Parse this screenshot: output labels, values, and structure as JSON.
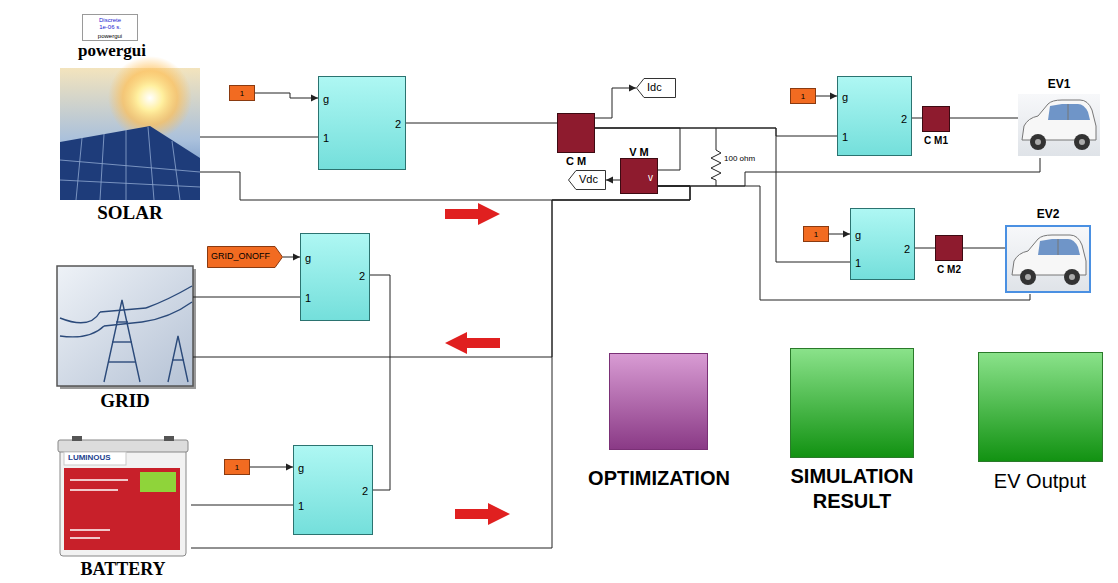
{
  "diagram": {
    "nodes": [
      {
        "text": [
          "Discrete 1e-06 s.",
          "powergui",
          "powergui"
        ]
      },
      {
        "text": [
          "SOLAR"
        ]
      },
      {
        "text": [
          "1"
        ]
      },
      {
        "text": [
          "g",
          "1",
          "2"
        ]
      },
      {
        "text": [
          "C M"
        ]
      },
      {
        "text": [
          "Idc"
        ]
      },
      {
        "text": [
          "V M",
          "v"
        ]
      },
      {
        "text": [
          "Vdc"
        ]
      },
      {
        "text": [
          "1"
        ]
      },
      {
        "text": [
          "g",
          "1",
          "2"
        ]
      },
      {
        "text": [
          "C M1"
        ]
      },
      {
        "text": [
          "EV1"
        ]
      },
      {
        "text": [
          "1"
        ]
      },
      {
        "text": [
          "g",
          "1",
          "2"
        ]
      },
      {
        "text": [
          "C M2"
        ]
      },
      {
        "text": [
          "EV2"
        ]
      },
      {
        "text": [
          "GRID"
        ]
      },
      {
        "text": [
          "GRID_ONOFF"
        ]
      },
      {
        "text": [
          "g",
          "1",
          "2"
        ]
      },
      {
        "text": [
          "BATTERY"
        ]
      },
      {
        "text": [
          "1"
        ]
      },
      {
        "text": [
          "g",
          "1",
          "2"
        ]
      },
      {
        "text": [
          "OPTIMIZATION"
        ]
      },
      {
        "text": [
          "SIMULATION RESULT"
        ]
      },
      {
        "text": [
          "EV Output"
        ]
      }
    ],
    "edges": [
      {
        "from": 2,
        "to": 3,
        "arrow": "to"
      },
      {
        "from": 1,
        "to": 3,
        "arrow": "none"
      },
      {
        "from": 3,
        "to": 4,
        "arrow": "none"
      },
      {
        "from": 4,
        "to": 5,
        "arrow": "to"
      },
      {
        "from": 4,
        "to": 6,
        "arrow": "none"
      },
      {
        "from": 6,
        "to": 7,
        "arrow": "to"
      },
      {
        "from": 4,
        "to": 9,
        "arrow": "none"
      },
      {
        "from": 4,
        "to": 13,
        "arrow": "none"
      },
      {
        "from": 8,
        "to": 9,
        "arrow": "to"
      },
      {
        "from": 9,
        "to": 10,
        "arrow": "none"
      },
      {
        "from": 10,
        "to": 11,
        "arrow": "none"
      },
      {
        "from": 12,
        "to": 13,
        "arrow": "to"
      },
      {
        "from": 13,
        "to": 14,
        "arrow": "none"
      },
      {
        "from": 14,
        "to": 15,
        "arrow": "none"
      },
      {
        "from": 6,
        "to": 11,
        "arrow": "none"
      },
      {
        "from": 6,
        "to": 15,
        "arrow": "none"
      },
      {
        "from": 1,
        "to": 6,
        "arrow": "none"
      },
      {
        "from": 16,
        "to": 6,
        "arrow": "none"
      },
      {
        "from": 19,
        "to": 6,
        "arrow": "none"
      },
      {
        "from": 17,
        "to": 18,
        "arrow": "to"
      },
      {
        "from": 16,
        "to": 18,
        "arrow": "none"
      },
      {
        "from": 20,
        "to": 21,
        "arrow": "to"
      },
      {
        "from": 19,
        "to": 21,
        "arrow": "none"
      },
      {
        "from": 18,
        "to": 21,
        "arrow": "none"
      }
    ],
    "labels": [
      "100 ohm",
      "LUMINOUS"
    ]
  }
}
